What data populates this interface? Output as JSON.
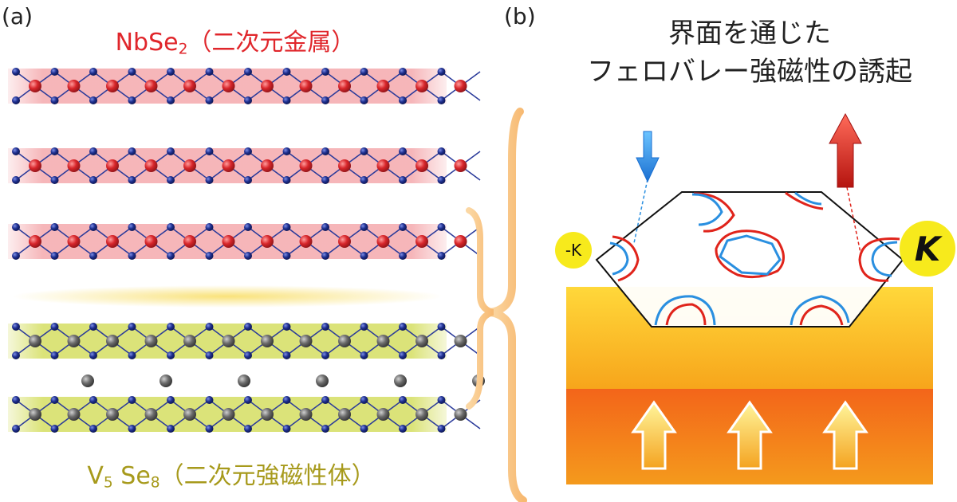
{
  "panel_a": {
    "label": "(a)",
    "metal_layer": {
      "formula_main": "NbSe",
      "formula_sub": "2",
      "description": "（二次元金属）",
      "layer_color": "#f4a9ad",
      "metal_atom_color": "#d8262b"
    },
    "magnet_layer": {
      "formula_v": "V",
      "formula_v_sub": "5",
      "formula_se": "Se",
      "formula_se_sub": "8",
      "description": "（二次元強磁性体）",
      "layer_color": "#d7e06a",
      "metal_atom_color": "#6b6b6b"
    },
    "selenium_atom_color": "#1e2f8f",
    "interface_glow_color": "#f9e27a"
  },
  "panel_b": {
    "label": "(b)",
    "title_line1": "界面を通じた",
    "title_line2": "フェロバレー強磁性の誘起",
    "k_minus_label": "-K",
    "k_plus_label": "K",
    "spin_down_color": "#2a8fe0",
    "spin_up_color": "#e0241b",
    "slab_color": "#f7930f"
  },
  "bracket_color": "#fbd7a3"
}
